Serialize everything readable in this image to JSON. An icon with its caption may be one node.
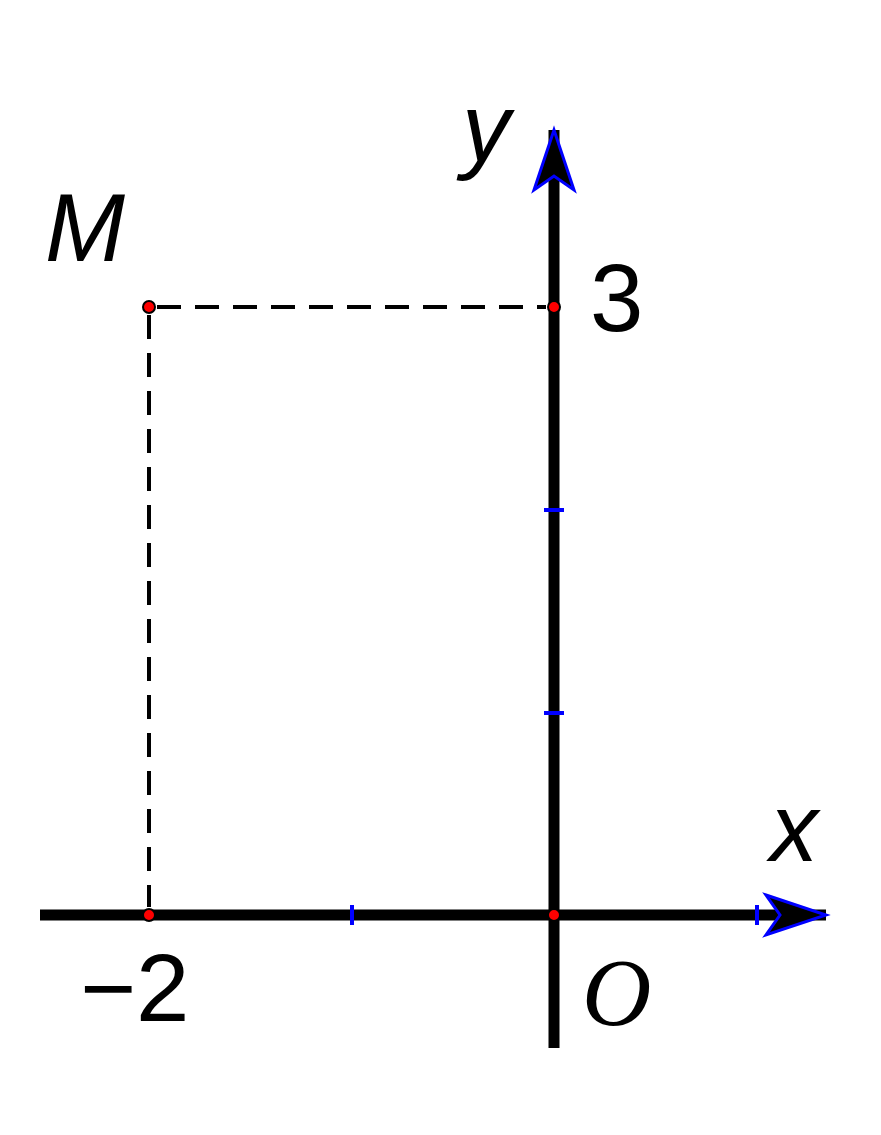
{
  "diagram": {
    "nodes": [
      {
        "text": [
          "M"
        ]
      },
      {
        "text": [
          "3"
        ]
      },
      {
        "text": [
          "−2"
        ]
      },
      {
        "text": [
          "O"
        ]
      }
    ],
    "edges": [
      {
        "from": 0,
        "to": 1,
        "arrow": "none",
        "style": "dashed"
      },
      {
        "from": 0,
        "to": 2,
        "arrow": "none",
        "style": "dashed"
      }
    ],
    "labels": [
      "y",
      "x"
    ]
  }
}
